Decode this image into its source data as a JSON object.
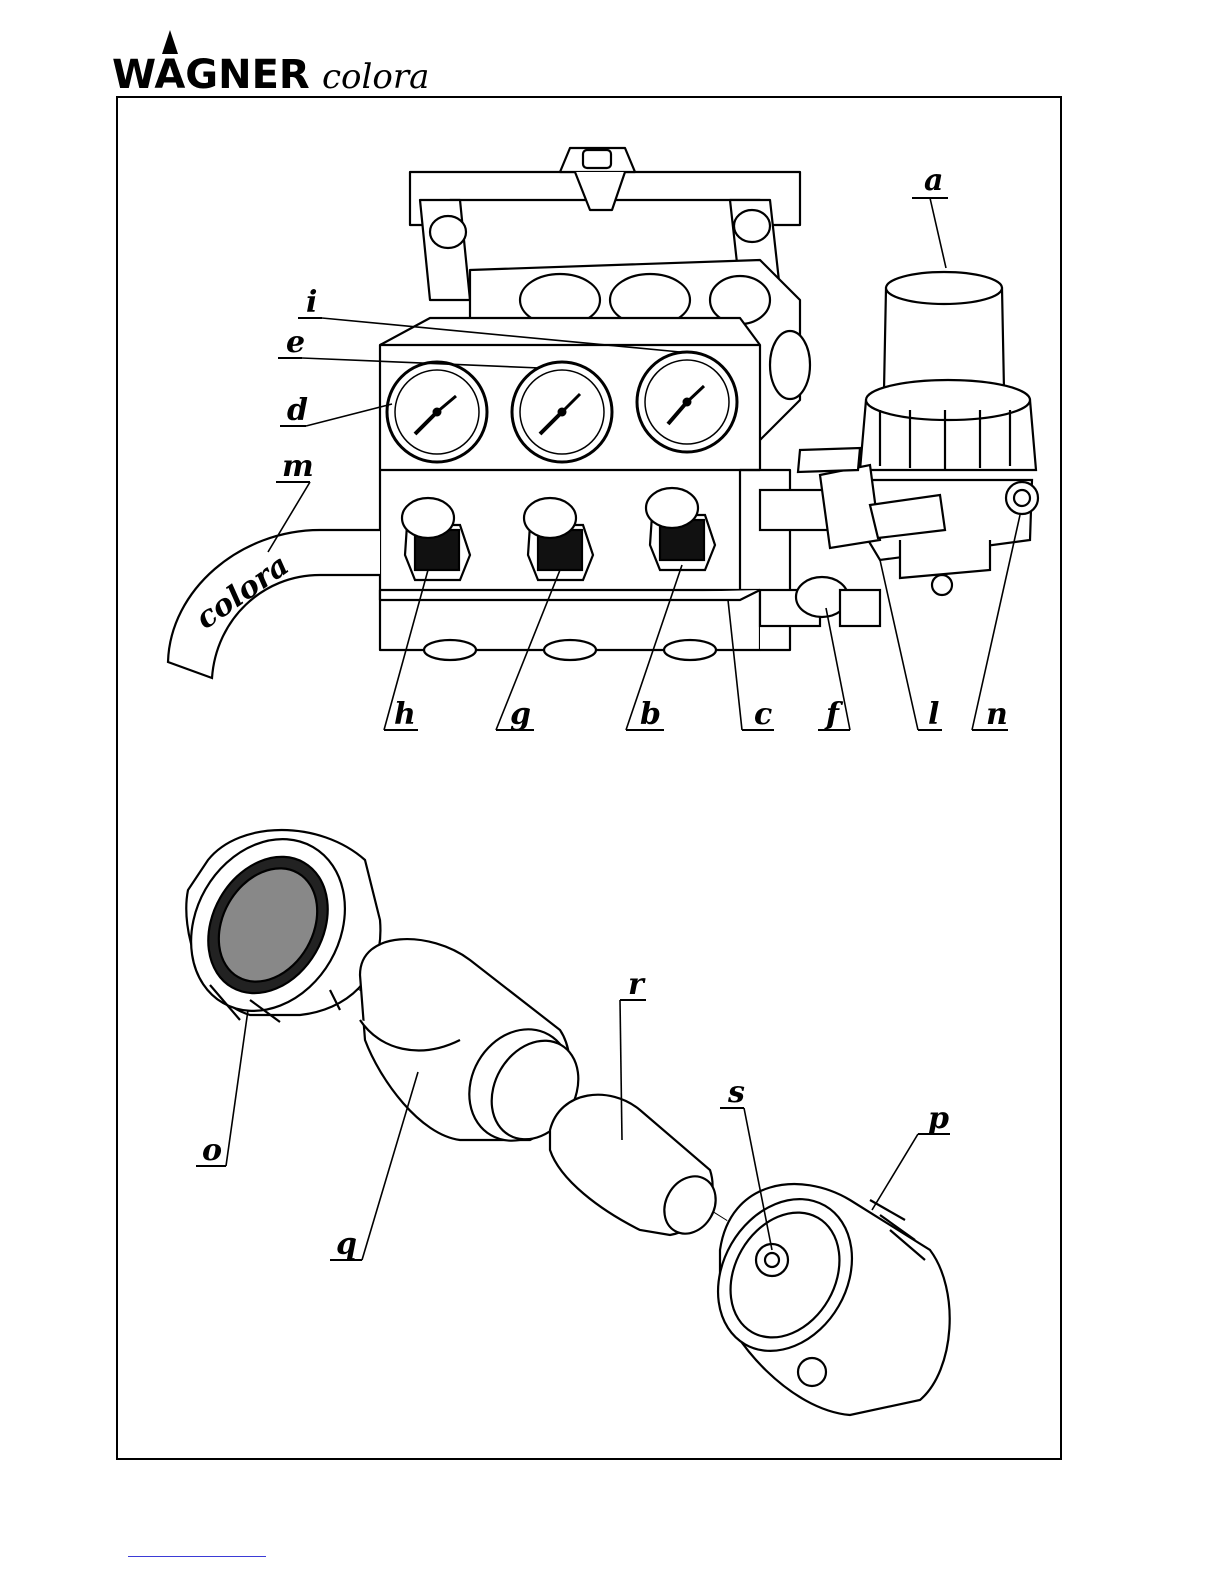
{
  "brand": {
    "name_bold": "WAGNER",
    "name_italic": "colora"
  },
  "figure": {
    "hose_text": "colora",
    "callouts": [
      "a",
      "b",
      "c",
      "d",
      "e",
      "f",
      "g",
      "h",
      "i",
      "l",
      "m",
      "n",
      "o",
      "p",
      "q",
      "r",
      "s"
    ]
  }
}
